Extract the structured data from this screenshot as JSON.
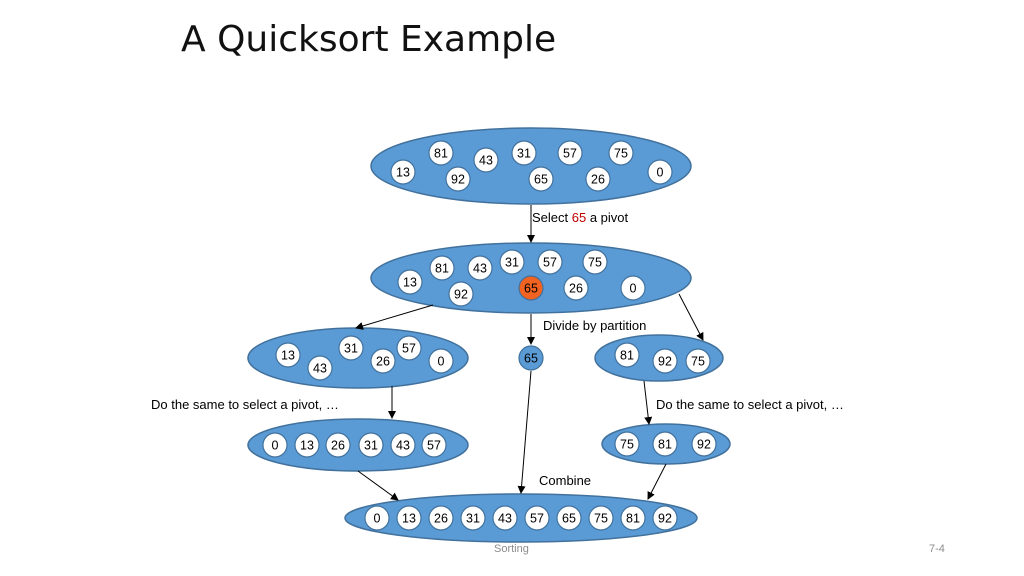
{
  "slide": {
    "title": "A Quicksort Example",
    "footer_left": "Sorting",
    "footer_right": "7-4"
  },
  "colors": {
    "set_fill": "#5b9bd5",
    "set_stroke": "#41719c",
    "node_fill": "#ffffff",
    "pivot_fill": "#f26322",
    "pivot_text": "#c00000",
    "arrow": "#000000"
  },
  "labels": {
    "select_pre": "Select ",
    "select_pivot": "65",
    "select_post": " a pivot",
    "divide": "Divide by partition",
    "do_same_left": "Do the same to select a pivot, …",
    "do_same_right": "Do the same to select a pivot, …",
    "combine": "Combine"
  },
  "sets": {
    "initial": [
      "81",
      "43",
      "31",
      "57",
      "75",
      "13",
      "92",
      "65",
      "26",
      "0"
    ],
    "pivot_selected": [
      "13",
      "81",
      "43",
      "31",
      "57",
      "75",
      "92",
      "65",
      "26",
      "0"
    ],
    "left_unsorted": [
      "13",
      "31",
      "57",
      "43",
      "26",
      "0"
    ],
    "pivot": "65",
    "right_unsorted": [
      "81",
      "92",
      "75"
    ],
    "left_sorted": [
      "0",
      "13",
      "26",
      "31",
      "43",
      "57"
    ],
    "right_sorted": [
      "75",
      "81",
      "92"
    ],
    "combined": [
      "0",
      "13",
      "26",
      "31",
      "43",
      "57",
      "65",
      "75",
      "81",
      "92"
    ]
  }
}
